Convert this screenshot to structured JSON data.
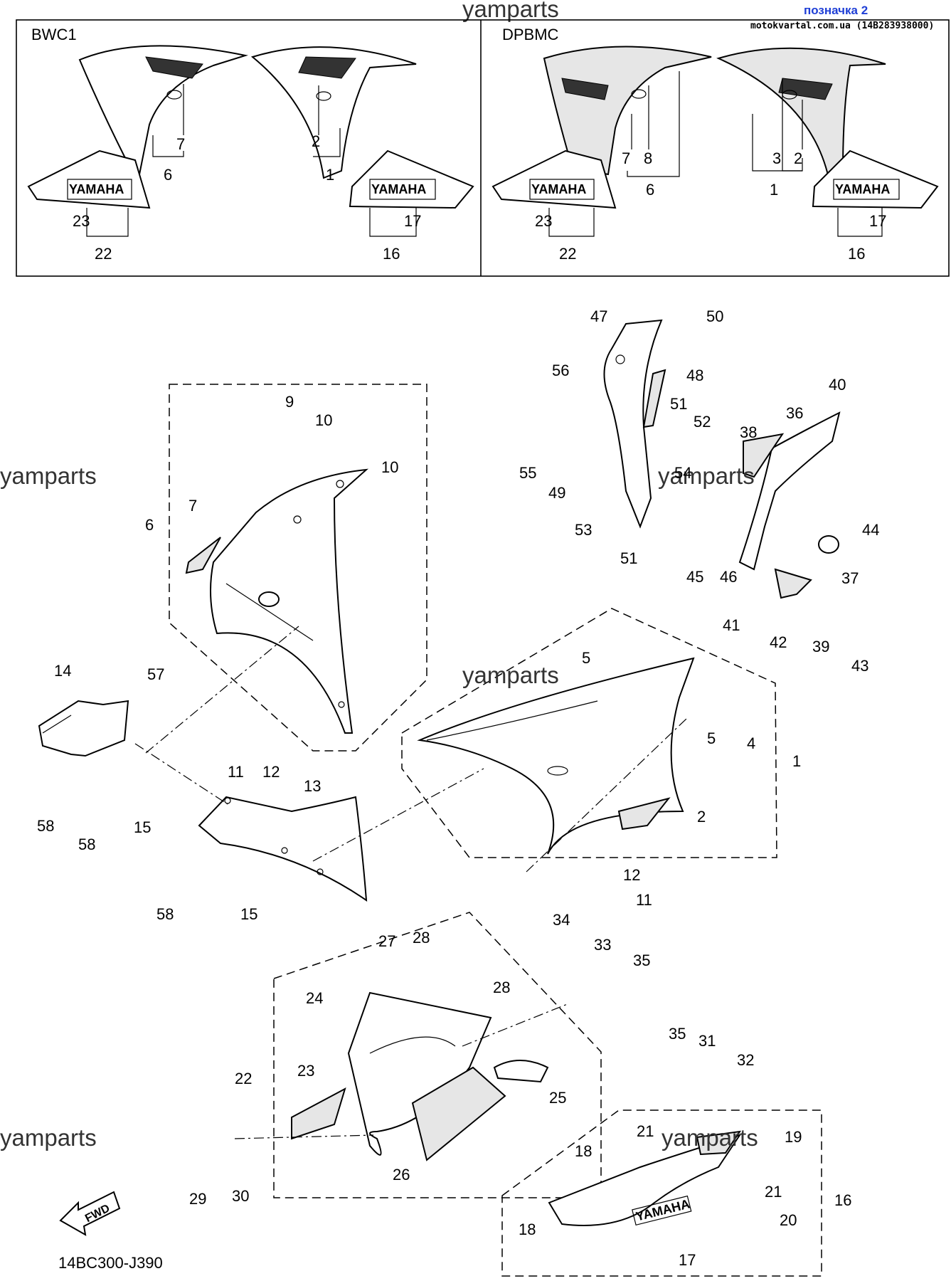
{
  "header": {
    "watermark_top": "yamparts",
    "badge": "позначка 2",
    "site": "motokvartal.com.ua (14B283938000)"
  },
  "variants": {
    "left_code": "BWC1",
    "right_code": "DPBMC",
    "left_labels": [
      "7",
      "6",
      "2",
      "1",
      "23",
      "22",
      "17",
      "16"
    ],
    "right_labels": [
      "7",
      "8",
      "6",
      "3",
      "2",
      "1",
      "23",
      "22",
      "17",
      "16"
    ]
  },
  "decal_text": "YAMAHA",
  "watermarks": [
    "yamparts",
    "yamparts",
    "yamparts",
    "yamparts",
    "yamparts",
    "yamparts"
  ],
  "callouts": [
    "47",
    "50",
    "56",
    "48",
    "51",
    "52",
    "40",
    "36",
    "38",
    "55",
    "49",
    "54",
    "53",
    "51",
    "44",
    "45",
    "46",
    "37",
    "41",
    "42",
    "39",
    "43",
    "9",
    "10",
    "10",
    "6",
    "7",
    "5",
    "4",
    "5",
    "1",
    "14",
    "57",
    "11",
    "12",
    "58",
    "58",
    "15",
    "13",
    "2",
    "58",
    "15",
    "12",
    "11",
    "34",
    "33",
    "35",
    "27",
    "28",
    "24",
    "28",
    "22",
    "23",
    "25",
    "26",
    "29",
    "30",
    "35",
    "31",
    "32",
    "21",
    "19",
    "18",
    "18",
    "21",
    "20",
    "16",
    "17"
  ],
  "fwd_label": "FWD",
  "part_number": "14BC300-J390"
}
